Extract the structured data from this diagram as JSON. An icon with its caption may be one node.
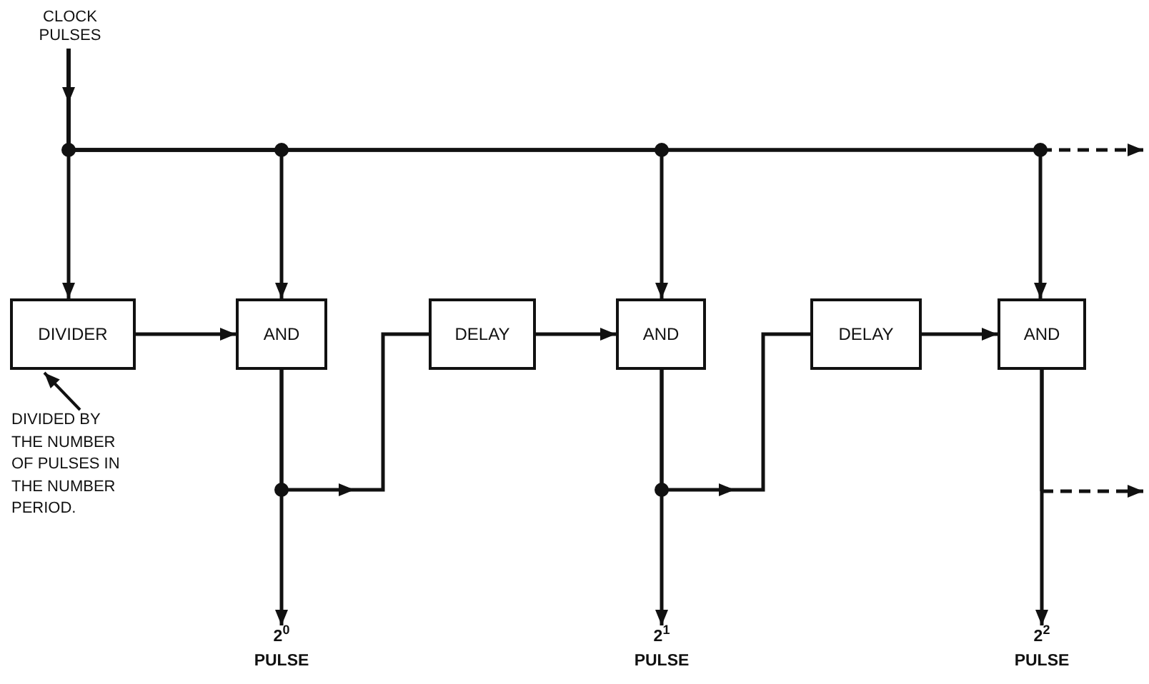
{
  "diagram": {
    "nodes": [
      {
        "text": [
          "CLOCK PULSES"
        ]
      },
      {
        "text": [
          "DIVIDER"
        ]
      },
      {
        "text": [
          "AND"
        ]
      },
      {
        "text": [
          "DELAY"
        ]
      },
      {
        "text": [
          "AND"
        ]
      },
      {
        "text": [
          "DELAY"
        ]
      },
      {
        "text": [
          "AND"
        ]
      },
      {
        "text": [
          "DIVIDED BY THE NUMBER OF PULSES IN THE NUMBER PERIOD."
        ]
      },
      {
        "text": [
          "2$^{0}$ PULSE"
        ]
      },
      {
        "text": [
          "2$^{1}$ PULSE"
        ]
      },
      {
        "text": [
          "2$^{2}$ PULSE"
        ]
      }
    ],
    "edges": [
      {
        "from": 0,
        "to": 1,
        "arrow": "to"
      },
      {
        "from": 0,
        "to": 2,
        "arrow": "to"
      },
      {
        "from": 0,
        "to": 4,
        "arrow": "to"
      },
      {
        "from": 0,
        "to": 6,
        "arrow": "to"
      },
      {
        "from": 0,
        "to": null,
        "arrow": "to",
        "style": "dashed"
      },
      {
        "from": 1,
        "to": 2,
        "arrow": "to"
      },
      {
        "from": 2,
        "to": 3,
        "arrow": "to"
      },
      {
        "from": 2,
        "to": 8,
        "arrow": "to"
      },
      {
        "from": 3,
        "to": 4,
        "arrow": "to"
      },
      {
        "from": 4,
        "to": 5,
        "arrow": "to"
      },
      {
        "from": 4,
        "to": 9,
        "arrow": "to"
      },
      {
        "from": 5,
        "to": 6,
        "arrow": "to"
      },
      {
        "from": 6,
        "to": 10,
        "arrow": "to"
      },
      {
        "from": 6,
        "to": null,
        "arrow": "to",
        "style": "dashed"
      },
      {
        "from": 7,
        "to": 1,
        "arrow": "to"
      }
    ]
  }
}
